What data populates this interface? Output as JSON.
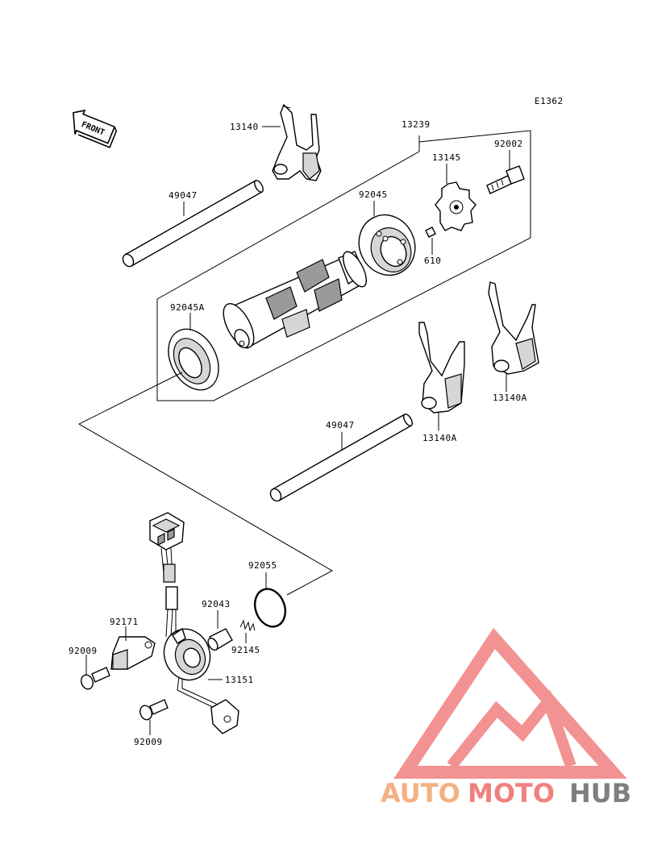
{
  "diagram_code": "E1362",
  "front_label": "FRONT",
  "parts": {
    "p13140_top": "13140",
    "p13239": "13239",
    "p49047_top": "49047",
    "p92045": "92045",
    "p13145": "13145",
    "p92002": "92002",
    "p610": "610",
    "p92045A": "92045A",
    "p13140A_right": "13140A",
    "p13140A_mid": "13140A",
    "p49047_mid": "49047",
    "p92055": "92055",
    "p92043": "92043",
    "p92171": "92171",
    "p92145": "92145",
    "p92009_left": "92009",
    "p13151": "13151",
    "p92009_bottom": "92009"
  },
  "watermark": {
    "word_1": "AUTO",
    "word_2": "MOTO",
    "word_3": "HUB",
    "color_1": "#f4b183",
    "color_2": "#f08080",
    "color_3": "#7f7f7f",
    "logo_color": "#f08080"
  }
}
